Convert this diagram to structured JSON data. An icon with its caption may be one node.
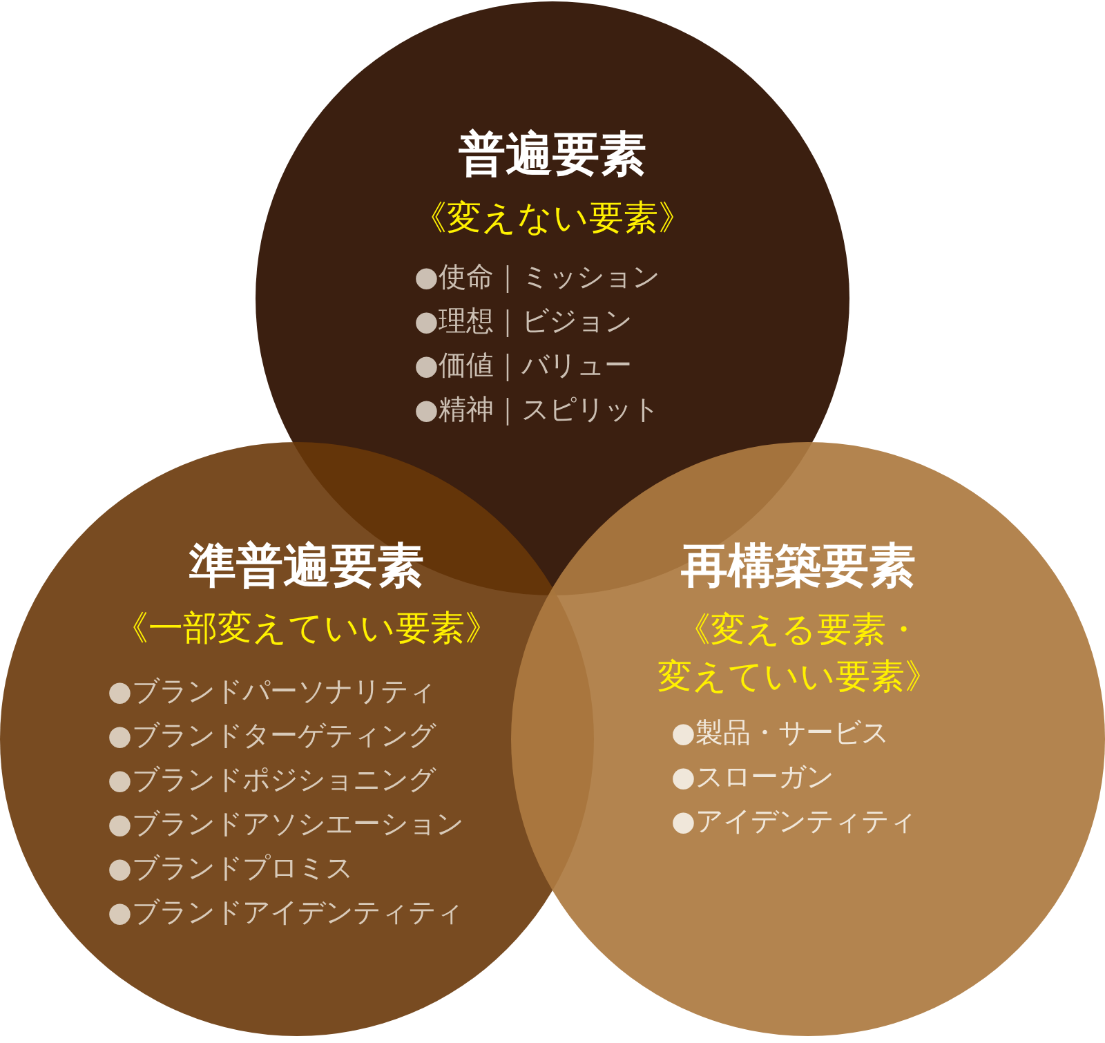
{
  "diagram": {
    "nodes": [
      {
        "text": [
          "普遍要素",
          "《変えない要素》",
          "●使命｜ミッション",
          "●理想｜ビジョン",
          "●価値｜バリュー",
          "●精神｜スピリット"
        ]
      },
      {
        "text": [
          "準普遍要素",
          "《一部変えていい要素》",
          "●ブランドパーソナリティ",
          "●ブランドターゲティング",
          "●ブランドポジショニング",
          "●ブランドアソシエーション",
          "●ブランドプロミス",
          "●ブランドアイデンティティ"
        ]
      },
      {
        "text": [
          "再構築要素",
          "《変える要素・変えていい要素》",
          "●製品・サービス",
          "●スローガン",
          "●アイデンティティ"
        ]
      }
    ]
  }
}
